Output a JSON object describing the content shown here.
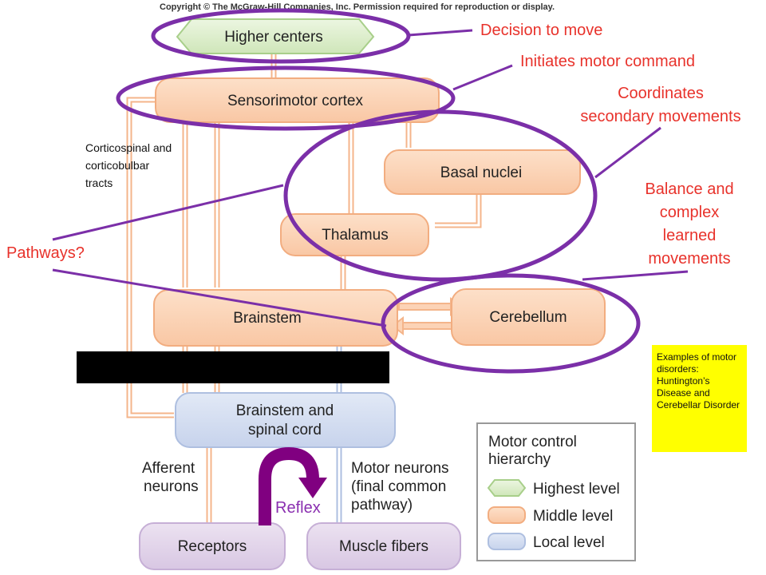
{
  "copyright": "Copyright © The McGraw-Hill Companies, Inc. Permission required for reproduction or display.",
  "nodes": {
    "higher_centers": "Higher centers",
    "sensorimotor_cortex": "Sensorimotor cortex",
    "basal_nuclei": "Basal nuclei",
    "thalamus": "Thalamus",
    "brainstem": "Brainstem",
    "cerebellum": "Cerebellum",
    "brainstem_spinal_line1": "Brainstem and",
    "brainstem_spinal_line2": "spinal cord",
    "receptors": "Receptors",
    "muscle_fibers": "Muscle fibers"
  },
  "side_labels": {
    "afferent_line1": "Afferent",
    "afferent_line2": "neurons",
    "motor_line1": "Motor neurons",
    "motor_line2": "(final common",
    "motor_line3": "pathway)",
    "tracts_line1": "Corticospinal and",
    "tracts_line2": "corticobulbar",
    "tracts_line3": "tracts",
    "reflex": "Reflex"
  },
  "annotations": {
    "decision": "Decision to move",
    "initiates": "Initiates motor command",
    "coord_line1": "Coordinates",
    "coord_line2": "secondary movements",
    "balance_line1": "Balance and",
    "balance_line2": "complex",
    "balance_line3": "learned",
    "balance_line4": "movements",
    "pathways": "Pathways?"
  },
  "legend": {
    "title_line1": "Motor control",
    "title_line2": "hierarchy",
    "highest": "Highest level",
    "middle": "Middle level",
    "local": "Local level"
  },
  "note": "Examples of motor disorders: Huntington’s Disease and Cerebellar Disorder",
  "colors": {
    "green": "#dff0cf",
    "orange": "#fcd3b6",
    "blue": "#d4def0",
    "lavender": "#e2d5ea",
    "purple": "#7b2fa8",
    "annotation_red": "#e8322b",
    "reflex_arrow": "#800080",
    "note_yellow": "#ffff00"
  }
}
